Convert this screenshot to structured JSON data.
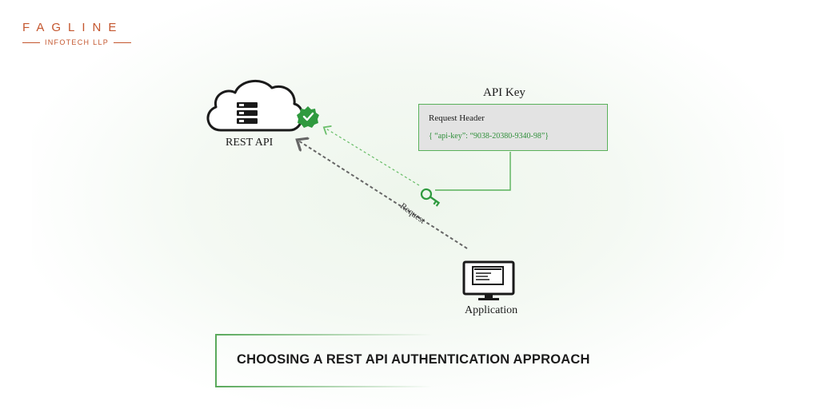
{
  "logo": {
    "main": "FAGLINE",
    "sub": "INFOTECH LLP"
  },
  "nodes": {
    "rest_api": "REST API",
    "api_key": "API Key",
    "application": "Application"
  },
  "request_header": {
    "title": "Request Header",
    "value": "{ “api-key”: “9038-20380-9340-98”}"
  },
  "edges": {
    "request": "Request"
  },
  "icons": {
    "cloud": "cloud-server-icon",
    "check": "verified-badge-icon",
    "key": "key-icon",
    "monitor": "monitor-icon"
  },
  "colors": {
    "accent_green": "#3c9a44",
    "brand_orange": "#c4562e"
  },
  "footer": {
    "title": "CHOOSING A REST API AUTHENTICATION APPROACH"
  }
}
